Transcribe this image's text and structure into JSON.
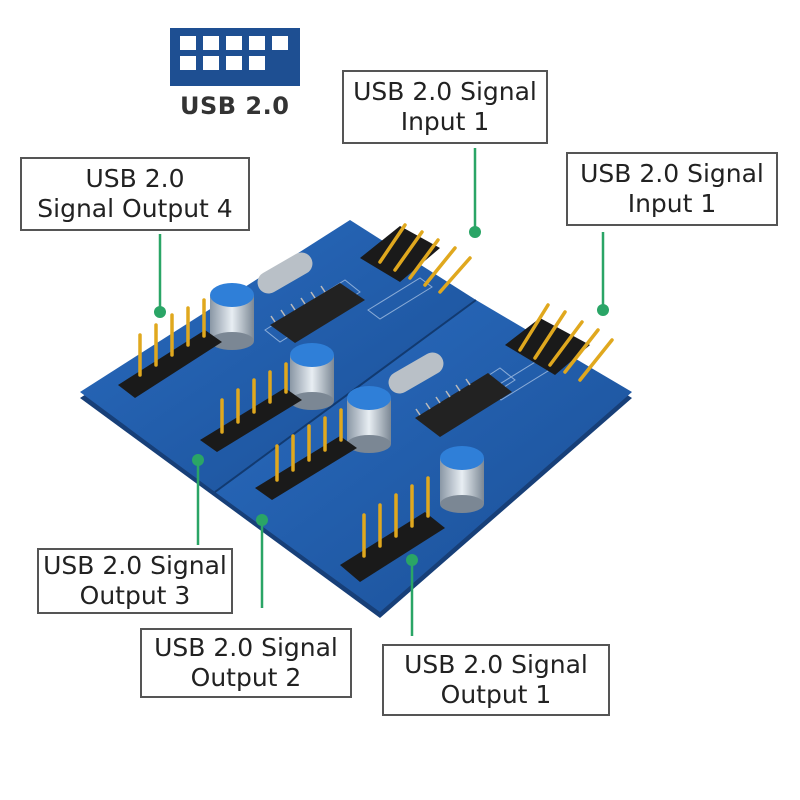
{
  "logo": {
    "text": "USB 2.0",
    "icon": "usb-connector-icon"
  },
  "labels": {
    "input_1_left": {
      "line1": "USB 2.0 Signal",
      "line2": "Input  1"
    },
    "input_1_right": {
      "line1": "USB 2.0 Signal",
      "line2": "Input  1"
    },
    "output_4": {
      "line1": "USB 2.0",
      "line2": "Signal Output 4"
    },
    "output_3": {
      "line1": "USB 2.0 Signal",
      "line2": "Output  3"
    },
    "output_2": {
      "line1": "USB 2.0 Signal",
      "line2": "Output  2"
    },
    "output_1": {
      "line1": "USB 2.0 Signal",
      "line2": "Output  1"
    }
  },
  "colors": {
    "board": "#1f5fae",
    "pins": "#e0a81e",
    "leader_line": "#2aa566",
    "logo": "#1e4f92"
  }
}
